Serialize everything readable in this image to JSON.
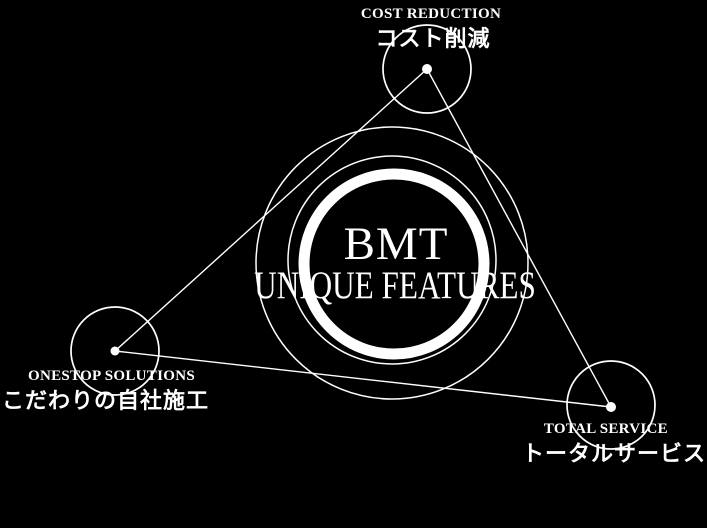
{
  "page": {
    "background": "#000000",
    "foreground": "#ffffff"
  },
  "emblem": {
    "title": "BMT",
    "subtitle": "UNIQUE FEATURES"
  },
  "nodes": [
    {
      "id": "cost-reduction",
      "label_en": "COST REDUCTION",
      "label_ja": "コスト削減"
    },
    {
      "id": "onestop-solutions",
      "label_en": "ONESTOP SOLUTIONS",
      "label_ja": "こだわりの自社施工"
    },
    {
      "id": "total-service",
      "label_en": "TOTAL SERVICE",
      "label_ja": "トータルサービス"
    }
  ]
}
